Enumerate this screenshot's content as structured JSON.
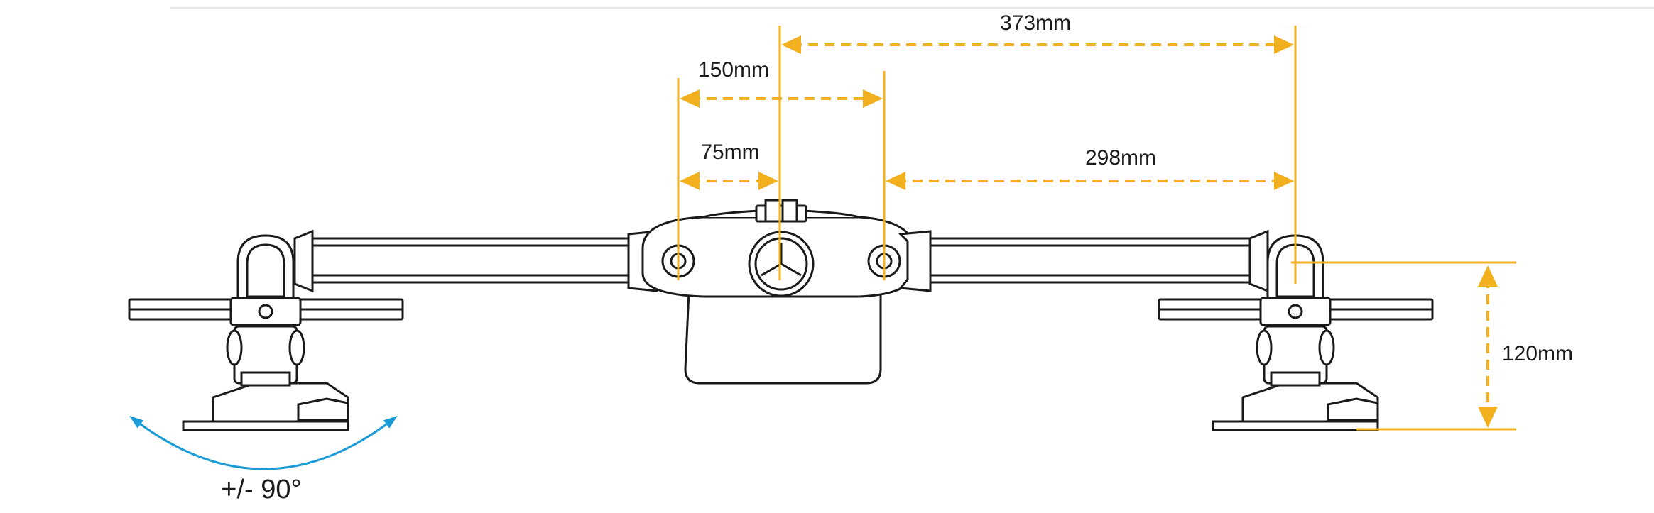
{
  "colors": {
    "dimension": "#f2b01e",
    "rotation": "#1a9bd7",
    "outline": "#1a1a1a",
    "fill": "#ffffff"
  },
  "dimensions": {
    "d373": "373mm",
    "d150": "150mm",
    "d75": "75mm",
    "d298": "298mm",
    "d120": "120mm"
  },
  "rotation": {
    "label": "+/- 90°"
  }
}
